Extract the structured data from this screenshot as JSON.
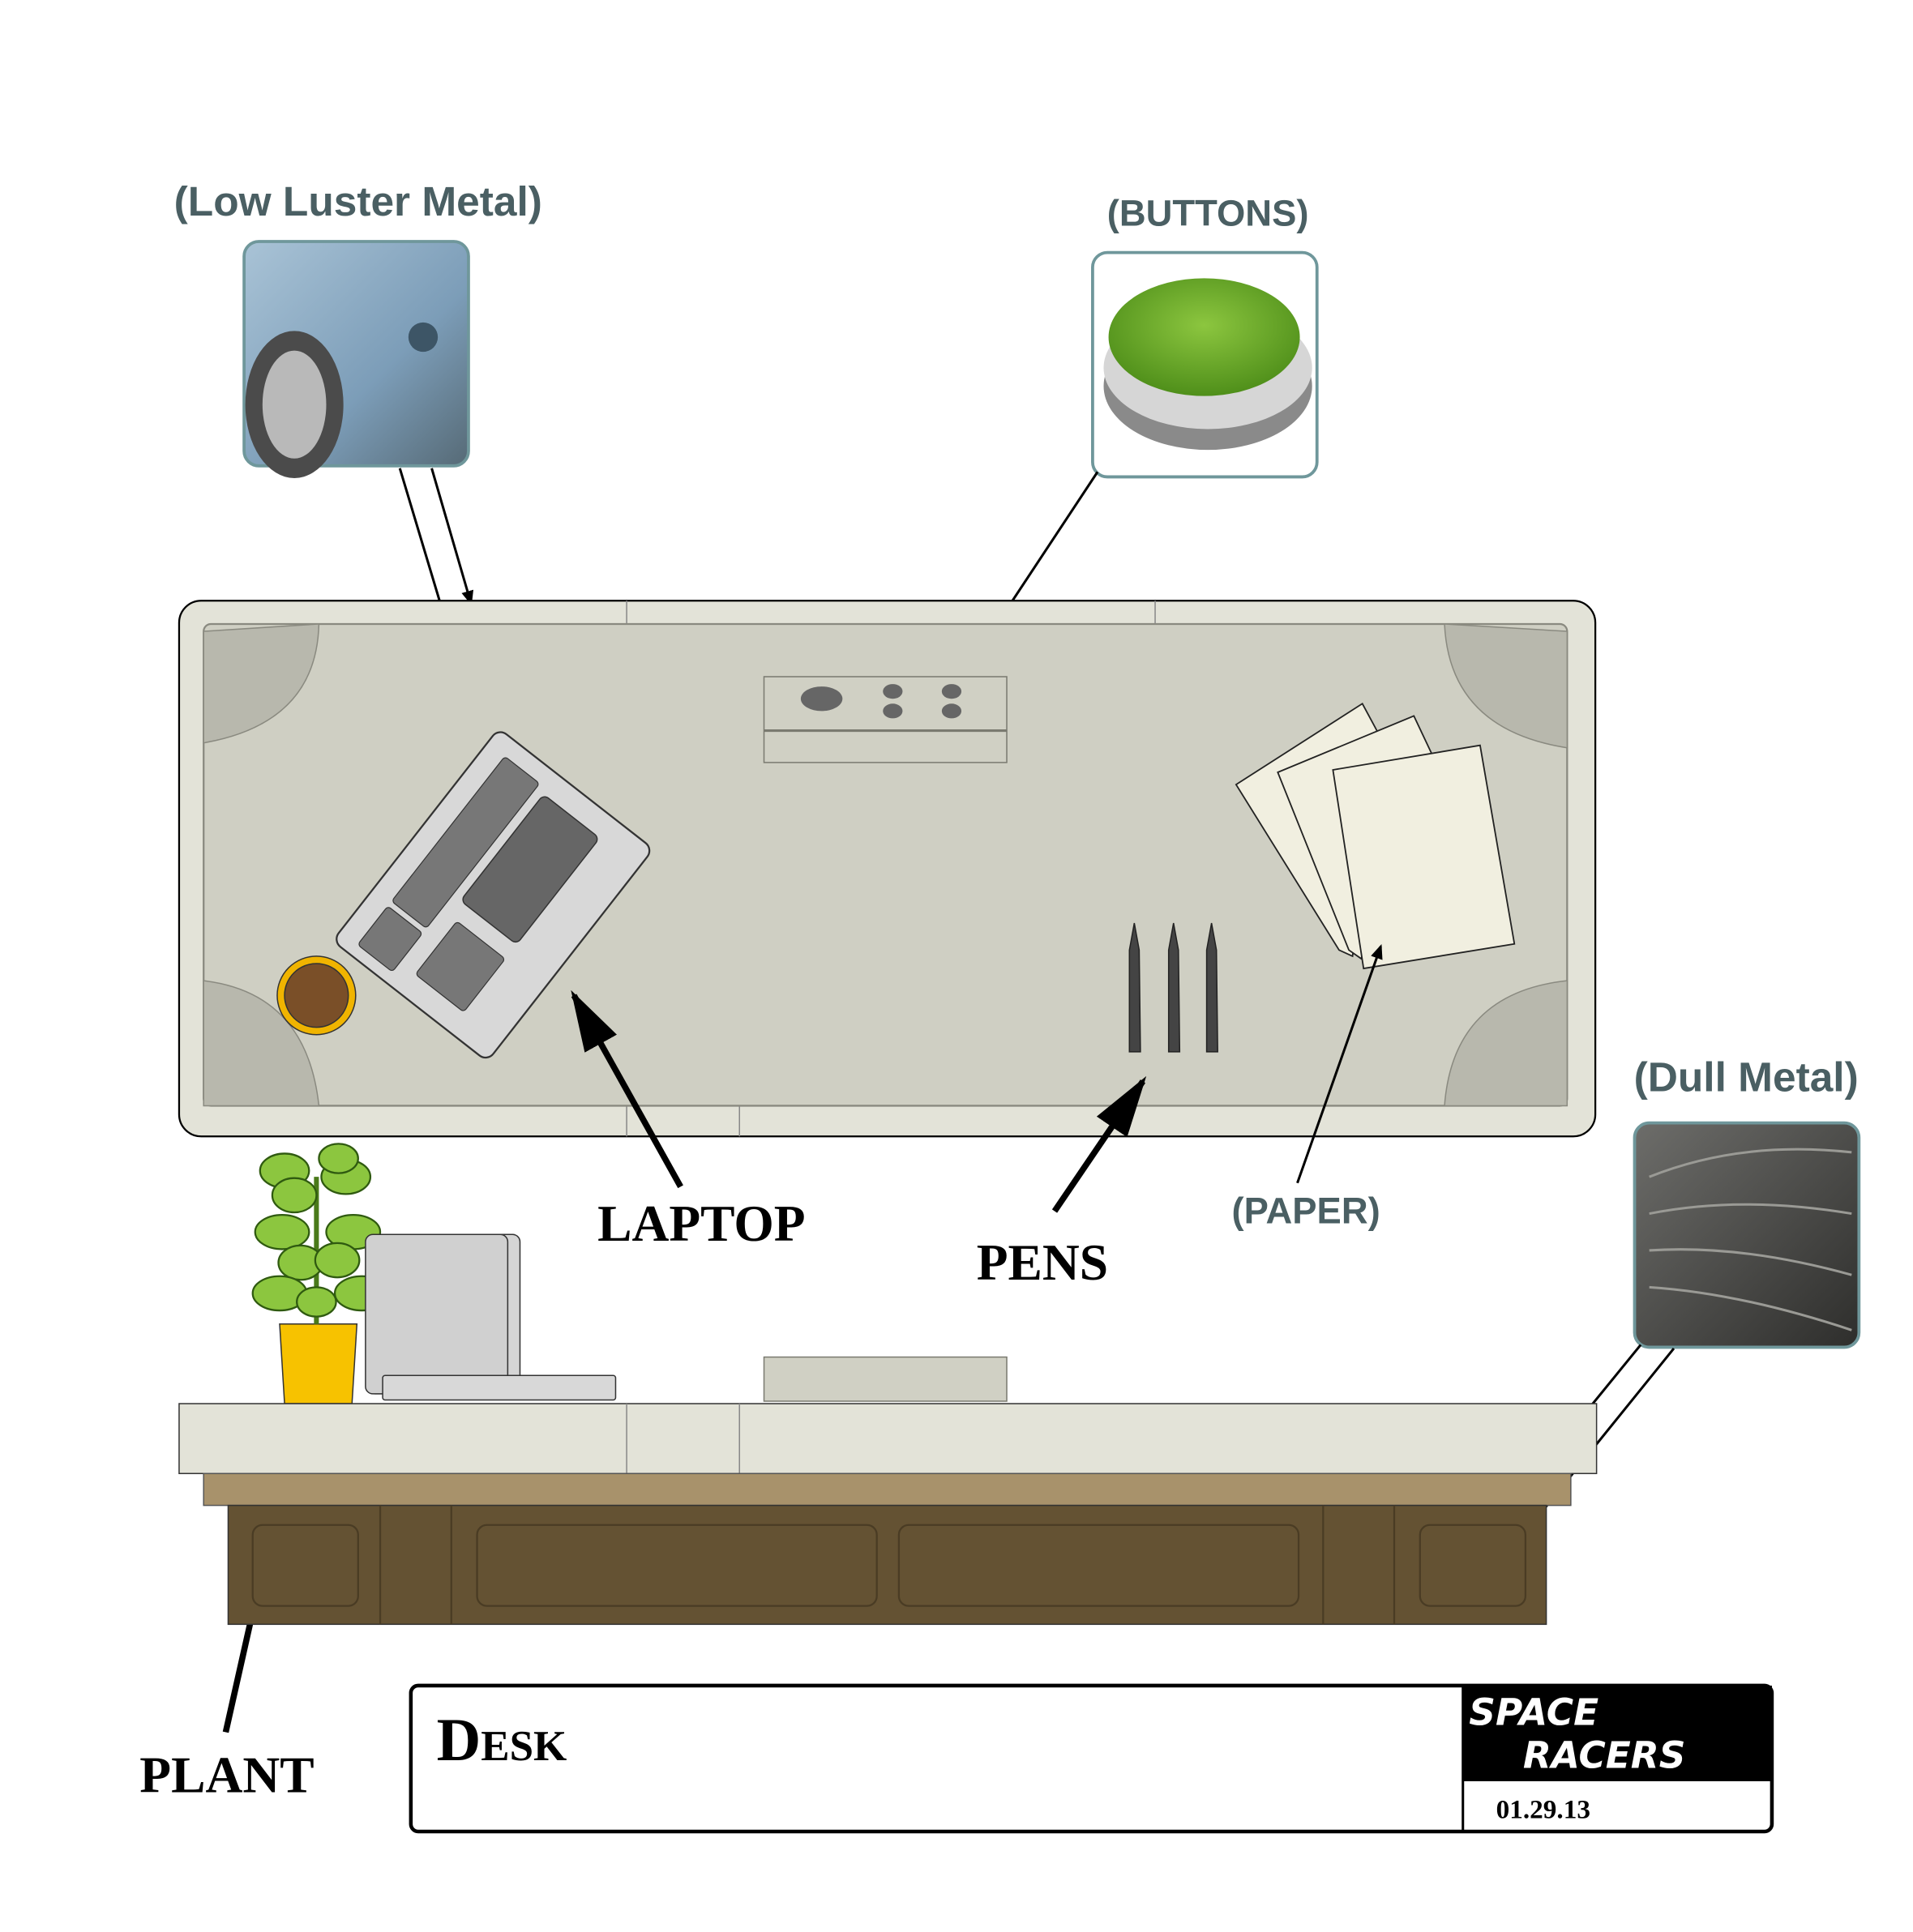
{
  "callouts": {
    "low_luster_metal": "(Low Luster Metal)",
    "buttons": "(BUTTONS)",
    "dull_metal": "(Dull Metal)",
    "paper": "(PAPER)"
  },
  "labels": {
    "laptop": "LAPTOP",
    "pens": "PENS",
    "plant": "PLANT"
  },
  "title_block": {
    "title": "Desk",
    "date": "01.29.13",
    "logo_line1": "SPACE",
    "logo_line2": "RACERS"
  },
  "colors": {
    "desk_top": "#cfcfc3",
    "desk_rim": "#e3e3d8",
    "wood": "#645233",
    "callout_text": "#4a5f63"
  }
}
